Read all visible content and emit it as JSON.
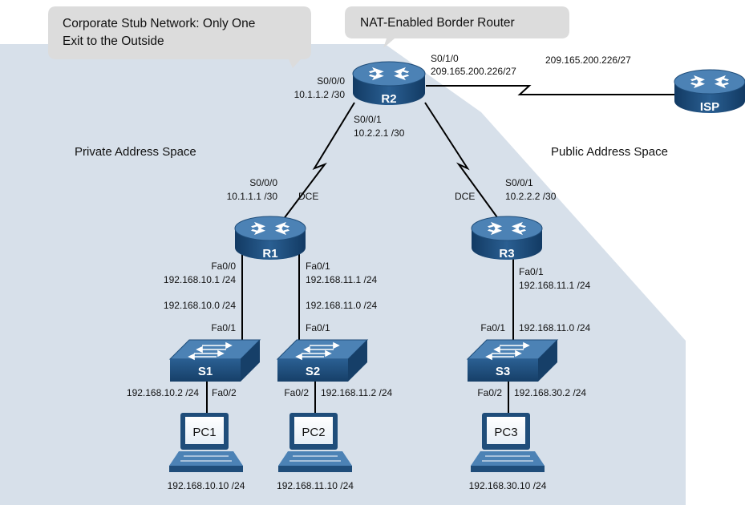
{
  "callouts": {
    "stub": [
      "Corporate Stub Network: Only One",
      "Exit to the Outside"
    ],
    "nat": "NAT-Enabled Border Router"
  },
  "areas": {
    "private": "Private Address Space",
    "public": "Public Address Space"
  },
  "devices": {
    "r1": "R1",
    "r2": "R2",
    "r3": "R3",
    "isp": "ISP",
    "s1": "S1",
    "s2": "S2",
    "s3": "S3",
    "pc1": "PC1",
    "pc2": "PC2",
    "pc3": "PC3"
  },
  "labels": {
    "r2_s000_if": "S0/0/0",
    "r2_s000_ip": "10.1.1.2 /30",
    "r2_s010_if": "S0/1/0",
    "r2_s010_ip": "209.165.200.226/27",
    "isp_ip": "209.165.200.226/27",
    "r2_s001_if": "S0/0/1",
    "r2_s001_ip": "10.2.2.1 /30",
    "r1_s000_if": "S0/0/0",
    "r1_s000_ip": "10.1.1.1 /30",
    "r1_dce": "DCE",
    "r3_dce": "DCE",
    "r3_s001_if": "S0/0/1",
    "r3_s001_ip": "10.2.2.2 /30",
    "r1_fa00_if": "Fa0/0",
    "r1_fa00_ip": "192.168.10.1 /24",
    "r1_fa01_if": "Fa0/1",
    "r1_fa01_ip": "192.168.11.1 /24",
    "r3_fa01_if": "Fa0/1",
    "r3_fa01_ip": "192.168.11.1 /24",
    "net_10": "192.168.10.0 /24",
    "net_11": "192.168.11.0 /24",
    "net_11_r3": "192.168.11.0 /24",
    "s1_fa01": "Fa0/1",
    "s2_fa01": "Fa0/1",
    "s3_fa01": "Fa0/1",
    "s1_ip": "192.168.10.2 /24",
    "s1_fa02": "Fa0/2",
    "s2_fa02": "Fa0/2",
    "s2_ip": "192.168.11.2 /24",
    "s3_fa02": "Fa0/2",
    "s3_ip": "192.168.30.2 /24",
    "pc1_ip": "192.168.10.10 /24",
    "pc2_ip": "192.168.11.10 /24",
    "pc3_ip": "192.168.30.10 /24"
  },
  "colors": {
    "private_area": "#d7e0ea",
    "device_blue": "#1f4d7a",
    "device_top": "#4c82b5",
    "callout": "#dcdcdc"
  }
}
